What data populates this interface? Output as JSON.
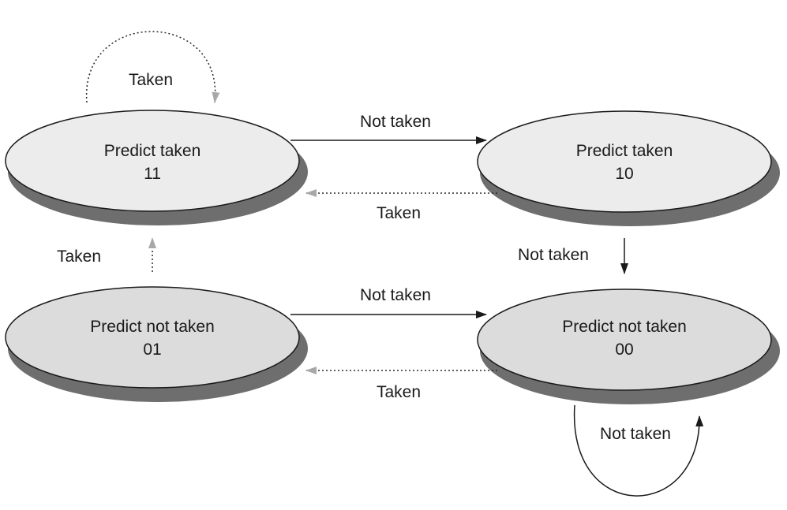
{
  "states": {
    "s11": {
      "name": "Predict taken",
      "code": "11"
    },
    "s10": {
      "name": "Predict taken",
      "code": "10"
    },
    "s01": {
      "name": "Predict not taken",
      "code": "01"
    },
    "s00": {
      "name": "Predict not taken",
      "code": "00"
    }
  },
  "transitions": {
    "s11_self": "Taken",
    "s11_to_s10": "Not taken",
    "s10_to_s11": "Taken",
    "s01_to_s11": "Taken",
    "s10_to_s00": "Not taken",
    "s01_to_s00": "Not taken",
    "s00_to_s01": "Taken",
    "s00_self": "Not taken"
  },
  "colors": {
    "taken_state_fill": "#ececec",
    "not_taken_state_fill": "#dcdcdc",
    "shadow": "#6e6e6e",
    "outline": "#1a1a1a",
    "not_taken_arrow": "#1a1a1a",
    "taken_arrow": "#2a2a2a",
    "taken_arrowhead": "#a8a8a8"
  }
}
